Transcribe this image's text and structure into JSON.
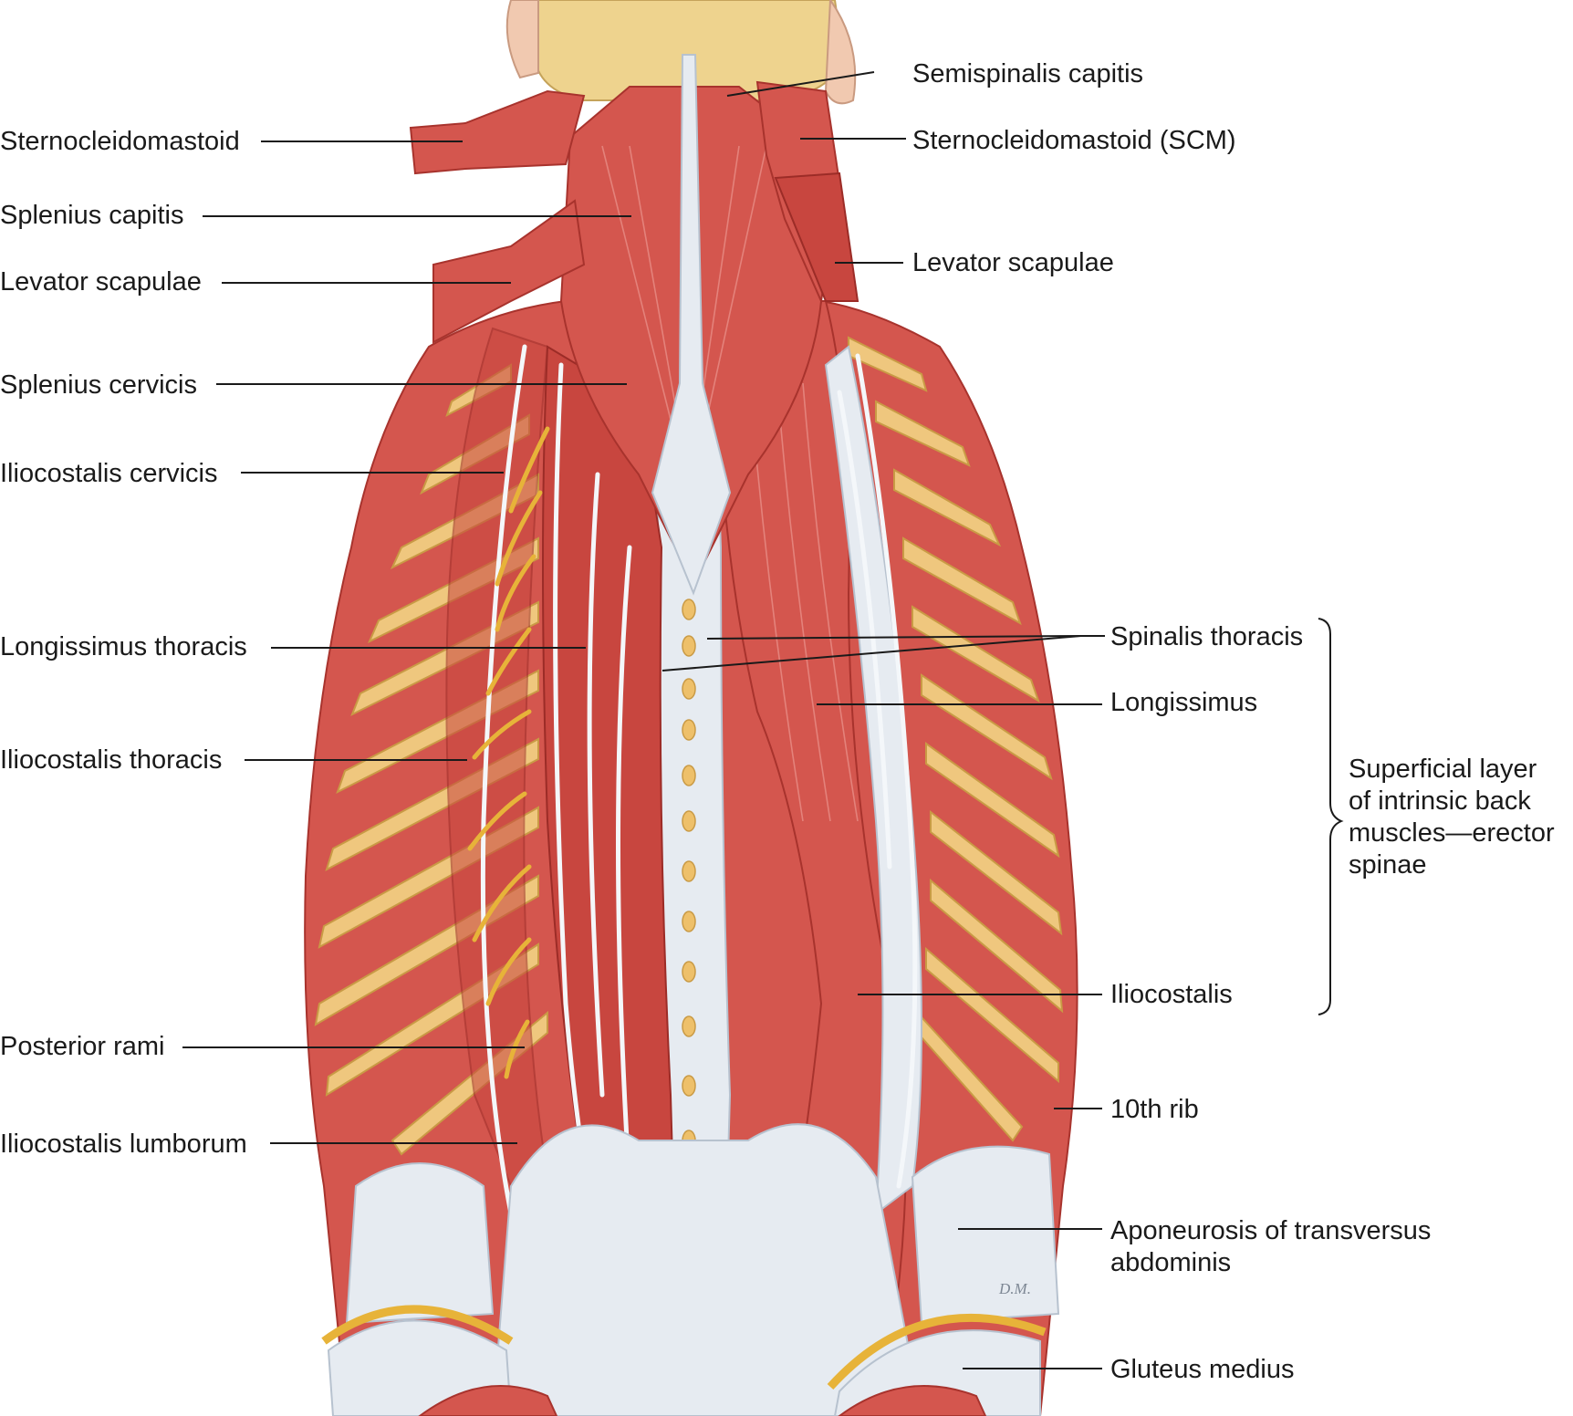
{
  "labels_left": {
    "sternocleidomastoid": "Sternocleidomastoid",
    "splenius_capitis": "Splenius capitis",
    "levator_scapulae": "Levator scapulae",
    "splenius_cervicis": "Splenius cervicis",
    "iliocostalis_cervicis": "Iliocostalis cervicis",
    "longissimus_thoracis": "Longissimus thoracis",
    "iliocostalis_thoracis": "Iliocostalis thoracis",
    "posterior_rami": "Posterior rami",
    "iliocostalis_lumborum": "Iliocostalis lumborum"
  },
  "labels_right": {
    "semispinalis_capitis": "Semispinalis capitis",
    "sternocleidomastoid_scm": "Sternocleidomastoid (SCM)",
    "levator_scapulae": "Levator scapulae",
    "spinalis_thoracis": "Spinalis thoracis",
    "longissimus": "Longissimus",
    "iliocostalis": "Iliocostalis",
    "tenth_rib": "10th rib",
    "aponeurosis_line1": "Aponeurosis of transversus",
    "aponeurosis_line2": "abdominis",
    "gluteus_medius": "Gluteus medius"
  },
  "bracket_group": {
    "line1": "Superficial layer",
    "line2": "of intrinsic back",
    "line3": "muscles—erector",
    "line4": "spinae"
  },
  "artist_initials": "D.M.",
  "colors": {
    "muscle": "#d4564e",
    "tendon": "#e6ebf1",
    "bone": "#eed38e",
    "nerve": "#e7b339",
    "leader": "#1a1a1a"
  }
}
